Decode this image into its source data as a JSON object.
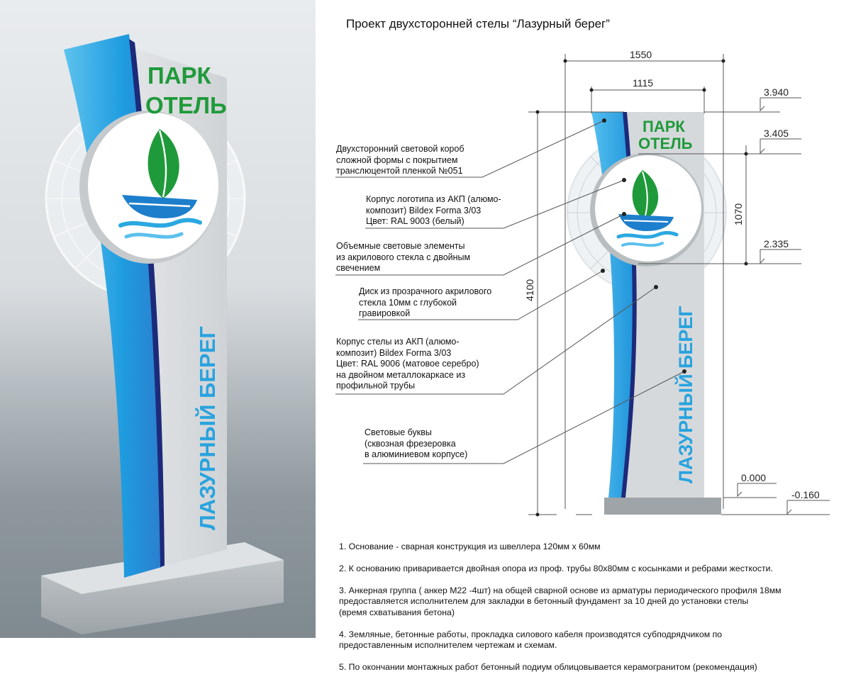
{
  "title": "Проект двухсторонней стелы “Лазурный берег”",
  "sign": {
    "top_text": [
      "ПАРК",
      "ОТЕЛЬ"
    ],
    "vertical_text": "ЛАЗУРНЫЙ БЕРЕГ"
  },
  "colors": {
    "brand_blue": "#29a3de",
    "navy": "#1d2a7a",
    "green": "#1f9a3a",
    "panel_grey": "#d7dadd"
  },
  "dimensions": {
    "width_total": "1550",
    "width_inner": "1115",
    "height_total": "4100",
    "logo_height": "1070",
    "levels": [
      "3.940",
      "3.405",
      "2.335",
      "0.000",
      "-0.160"
    ]
  },
  "callouts": [
    "Двухсторонний световой короб\nсложной формы с покрытием\nтранслюцентой пленкой №051",
    "Корпус логотипа из АКП (алюмо-\nкомпозит) Bildex Forma 3/03\nЦвет: RAL 9003 (белый)",
    "Объемные световые элементы\nиз акрилового стекла с двойным\nсвечением",
    "Диск из прозрачного акрилового\nстекла 10мм с глубокой\nгравировкой",
    "Корпус стелы из АКП (алюмо-\nкомпозит) Bildex Forma 3/03\nЦвет: RAL 9006 (матовое серебро)\nна двойном металлокаркасе из\nпрофильной трубы",
    "Световые буквы\n(сквозная фрезеровка\nв алюминиевом корпусе)"
  ],
  "notes": [
    "1. Основание - сварная конструкция из швеллера 120мм х 60мм",
    "2. К основанию приваривается двойная опора из проф. трубы 80х80мм с косынками и ребрами жесткости.",
    "3. Анкерная группа ( анкер М22 -4шт) на общей сварной основе из арматуры периодического профиля 18мм\nпредоставляется исполнителем для закладки в бетонный фундамент за 10 дней до установки стелы\n(время схватывания бетона)",
    "4. Земляные, бетонные работы, прокладка силового кабеля  производятся субподрядчиком по\nпредоставленным исполнителем  чертежам и схемам.",
    "5. По окончании монтажных работ бетонный подиум облицовывается керамогранитом (рекомендация)"
  ]
}
